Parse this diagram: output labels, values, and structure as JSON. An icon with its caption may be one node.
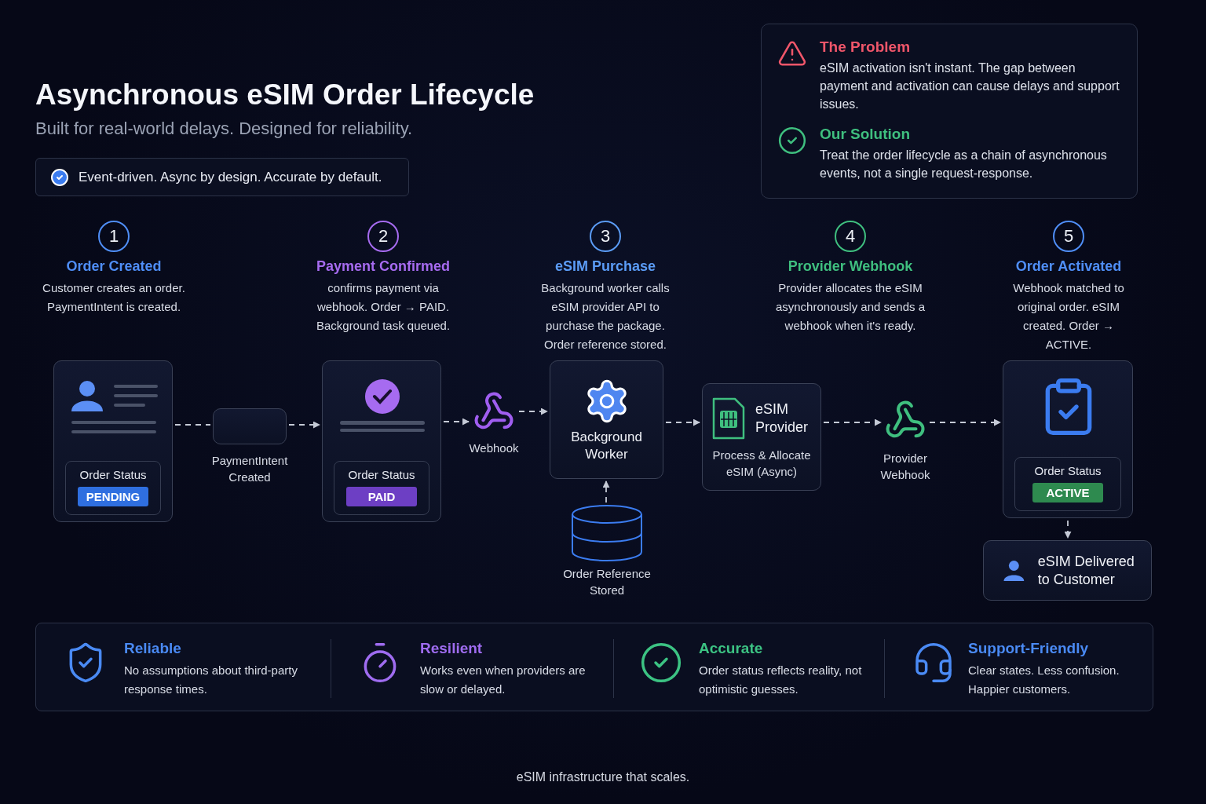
{
  "diagram": {
    "title": "Asynchronous eSIM Order Lifecycle",
    "caption": "eSIM infrastructure that scales.",
    "nodes": [
      {
        "text": [
          "Event-driven. Async by design. Accurate by default."
        ]
      },
      {
        "text": [
          "The Problem",
          "eSIM activation isn't instant. The gap between payment and activation can cause delays and support issues.",
          "Our Solution",
          "Treat the order lifecycle as a chain of asynchronous events, not a single request-response."
        ]
      },
      {
        "text": [
          "1"
        ],
        "beside": [
          "Order Created",
          "Customer creates an order. PaymentIntent is created."
        ]
      },
      {
        "text": [
          "2"
        ],
        "beside": [
          "Payment Confirmed",
          "confirms payment via webhook. Order → PAID. Background task queued."
        ]
      },
      {
        "text": [
          "3"
        ],
        "beside": [
          "eSIM Purchase",
          "Background worker calls eSIM provider API to purchase the package. Order reference stored."
        ]
      },
      {
        "text": [
          "4"
        ],
        "beside": [
          "Provider Webhook",
          "Provider allocates the eSIM asynchronously and sends a webhook when it's ready."
        ]
      },
      {
        "text": [
          "5"
        ],
        "beside": [
          "Order Activated",
          "Webhook matched to original order. eSIM created. Order → ACTIVE."
        ]
      },
      {
        "text": [
          "Order Status",
          "PENDING"
        ]
      },
      {
        "text": [],
        "shape": "box",
        "beside": [
          "PaymentIntent Created"
        ]
      },
      {
        "text": [
          "Order Status",
          "PAID"
        ]
      },
      {
        "text": [],
        "shape": "picture",
        "beside": [
          "Webhook"
        ]
      },
      {
        "text": [
          "Background Worker"
        ]
      },
      {
        "text": [
          "eSIM Provider",
          "Process & Allocate eSIM (Async)"
        ]
      },
      {
        "text": [],
        "shape": "picture",
        "beside": [
          "Provider Webhook"
        ]
      },
      {
        "text": [
          "Order Status",
          "ACTIVE"
        ]
      },
      {
        "text": [],
        "shape": "cylinder",
        "beside": [
          "Order Reference Stored"
        ]
      },
      {
        "text": [
          "eSIM Delivered to Customer"
        ]
      }
    ],
    "edges": [
      {
        "from": 7,
        "to": 8,
        "arrow": "none",
        "style": "dashed"
      },
      {
        "from": 8,
        "to": 9,
        "arrow": "to",
        "style": "dashed"
      },
      {
        "from": 9,
        "to": 10,
        "arrow": "to",
        "style": "dashed"
      },
      {
        "from": 10,
        "to": 11,
        "arrow": "to",
        "style": "dashed"
      },
      {
        "from": 11,
        "to": 12,
        "arrow": "to",
        "style": "dashed"
      },
      {
        "from": 12,
        "to": 13,
        "arrow": "to",
        "style": "dashed"
      },
      {
        "from": 13,
        "to": 14,
        "arrow": "to",
        "style": "dashed"
      },
      {
        "from": 15,
        "to": 11,
        "arrow": "to",
        "style": "dashed"
      },
      {
        "from": 14,
        "to": 16,
        "arrow": "to",
        "style": "dashed"
      }
    ],
    "labels": [
      "Built for real-world delays. Designed for reliability.",
      "Reliable",
      "No assumptions about third-party response times.",
      "Resilient",
      "Works even when providers are slow or delayed.",
      "Accurate",
      "Order status reflects reality, not optimistic guesses.",
      "Support-Friendly",
      "Clear states. Less confusion. Happier customers."
    ]
  }
}
